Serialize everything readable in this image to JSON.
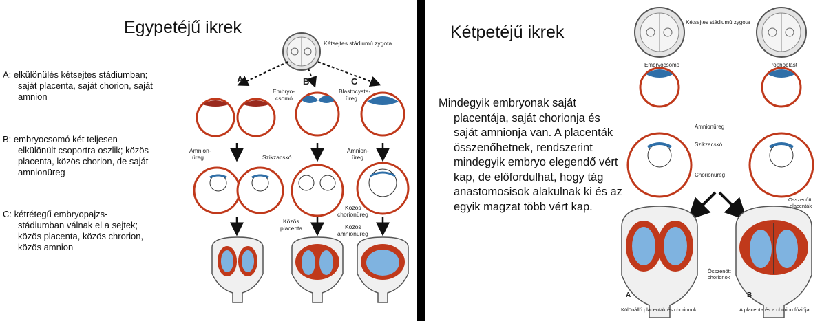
{
  "left": {
    "title": "Egypetéjű ikrek",
    "paragraphs": {
      "a": {
        "lead": "A: elkülönülés kétsejtes stádiumban;",
        "rest": [
          "saját placenta, saját chorion, saját",
          "amnion"
        ]
      },
      "b": {
        "lead": "B: embryocsomó két teljesen",
        "rest": [
          "elkülönült csoportra oszlik; közös",
          "placenta, közös chorion, de saját",
          "amnionüreg"
        ]
      },
      "c": {
        "lead": "C: kétrétegű embryopajzs-",
        "rest": [
          "stádiumban válnak el   a sejtek;",
          "közös placenta, közös chrorion,",
          "közös amnion"
        ]
      }
    },
    "figure": {
      "zygote_label": "Kétsejtes stádiumú zygota",
      "branch_a": "A",
      "branch_b": "B",
      "branch_c": "C",
      "embryo_label": [
        "Embryo-",
        "csomó"
      ],
      "blasto_label": [
        "Blastocysta-",
        "üreg"
      ],
      "amnion_label_1": [
        "Amnion-",
        "üreg"
      ],
      "yolk_label": "Szikzacskó",
      "amnion_label_2": [
        "Amnion-",
        "üreg"
      ],
      "chorion_label": [
        "Közös",
        "chorionüreg"
      ],
      "placenta_label": [
        "Közös",
        "placenta"
      ],
      "amnion_common_label": [
        "Közös",
        "amnionüreg"
      ]
    }
  },
  "right": {
    "title": "Kétpetéjű ikrek",
    "paragraph": "Mindegyik embryonak saját placentája, saját chorionja és saját amnionja van. A placenták összenőhetnek, rendszerint mindegyik embryo elegendő vért kap, de előfordulhat, hogy tág anastomosisok alakulnak ki és az egyik magzat több vért kap.",
    "figure": {
      "zygote_label": "Kétsejtes stádiumú zygota",
      "embryo_label": "Embryocsomó",
      "tropho_label": "Trophoblast",
      "amnion_label": "Amnionüreg",
      "yolk_label": "Szikzacskó",
      "chorion_label": "Chorionüreg",
      "fused_placenta_label": [
        "Összenőtt",
        "placenták"
      ],
      "fused_chorion_label": [
        "Összenőtt",
        "chorionok"
      ],
      "label_a": "A",
      "label_b": "B",
      "caption_a": "Különálló placenták és chorionok",
      "caption_b": "A placenta és a chorion fúziója"
    }
  }
}
